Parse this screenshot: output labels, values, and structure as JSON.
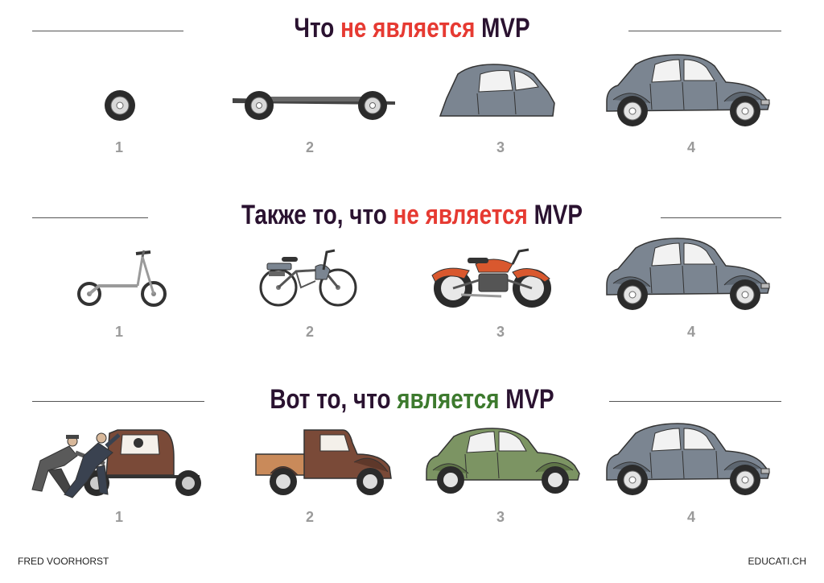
{
  "colors": {
    "title_dark": "#2a1230",
    "title_red": "#e63a32",
    "title_green": "#3d7a2e",
    "number_gray": "#9a9a9a",
    "car_gray": "#7b8591",
    "car_brown": "#7a4a38",
    "car_green": "#7c9463",
    "moto_orange": "#d9582e"
  },
  "rows": [
    {
      "title": [
        {
          "text": "Что ",
          "color": "dark"
        },
        {
          "text": "не является",
          "color": "red"
        },
        {
          "text": " MVP",
          "color": "dark"
        }
      ],
      "numbers": [
        "1",
        "2",
        "3",
        "4"
      ],
      "items": [
        "wheel-icon",
        "chassis-icon",
        "car-body-icon",
        "car-icon"
      ]
    },
    {
      "title": [
        {
          "text": "Также то, что ",
          "color": "dark"
        },
        {
          "text": "не является",
          "color": "red"
        },
        {
          "text": " MVP",
          "color": "dark"
        }
      ],
      "numbers": [
        "1",
        "2",
        "3",
        "4"
      ],
      "items": [
        "scooter-icon",
        "moped-icon",
        "motorcycle-icon",
        "car-icon"
      ]
    },
    {
      "title": [
        {
          "text": "Вот то, что ",
          "color": "dark"
        },
        {
          "text": "является",
          "color": "green"
        },
        {
          "text": " MVP",
          "color": "dark"
        }
      ],
      "numbers": [
        "1",
        "2",
        "3",
        "4"
      ],
      "items": [
        "pushed-cart-icon",
        "pickup-truck-icon",
        "green-car-icon",
        "car-icon"
      ]
    }
  ],
  "footer": {
    "left": "FRED VOORHORST",
    "right": "EDUCATI.CH"
  }
}
